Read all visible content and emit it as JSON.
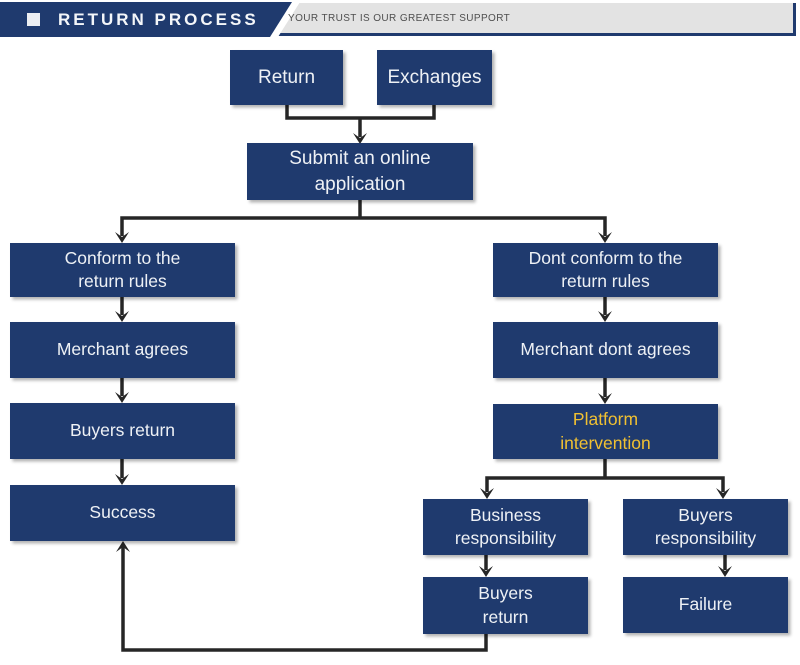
{
  "header": {
    "title": "RETURN PROCESS",
    "tagline": "YOUR TRUST IS OUR GREATEST SUPPORT",
    "bullet_icon": "square-bullet"
  },
  "colors": {
    "navy": "#1f3a6e",
    "accent_yellow": "#f0c032",
    "bar_gray": "#e3e3e3",
    "arrow_black": "#262626",
    "node_text": "#eef1f5",
    "tagline_gray": "#4f4f4f",
    "background": "#ffffff"
  },
  "flowchart": {
    "nodes": {
      "return": {
        "label": "Return"
      },
      "exchanges": {
        "label": "Exchanges"
      },
      "submit": {
        "label": "Submit an online\napplication"
      },
      "conform": {
        "label": "Conform to the\nreturn rules"
      },
      "merchant_agrees": {
        "label": "Merchant agrees"
      },
      "buyers_return_left": {
        "label": "Buyers return"
      },
      "success": {
        "label": "Success"
      },
      "dont_conform": {
        "label": "Dont conform to the\nreturn rules"
      },
      "merchant_dont_agrees": {
        "label": "Merchant dont agrees"
      },
      "platform_intervention": {
        "label": "Platform\nintervention",
        "text_color": "#f0c032"
      },
      "business_responsibility": {
        "label": "Business\nresponsibility"
      },
      "buyers_responsibility": {
        "label": "Buyers\nresponsibility"
      },
      "buyers_return_bottom": {
        "label": "Buyers\nreturn"
      },
      "failure": {
        "label": "Failure"
      }
    },
    "edges": [
      {
        "from": "Return",
        "to": "Submit an online application"
      },
      {
        "from": "Exchanges",
        "to": "Submit an online application"
      },
      {
        "from": "Submit an online application",
        "to": "Conform to the return rules"
      },
      {
        "from": "Submit an online application",
        "to": "Dont conform to the return rules"
      },
      {
        "from": "Conform to the return rules",
        "to": "Merchant agrees"
      },
      {
        "from": "Merchant agrees",
        "to": "Buyers return"
      },
      {
        "from": "Buyers return",
        "to": "Success"
      },
      {
        "from": "Dont conform to the return rules",
        "to": "Merchant dont agrees"
      },
      {
        "from": "Merchant dont agrees",
        "to": "Platform intervention"
      },
      {
        "from": "Platform intervention",
        "to": "Business responsibility"
      },
      {
        "from": "Platform intervention",
        "to": "Buyers responsibility"
      },
      {
        "from": "Business responsibility",
        "to": "Buyers return (bottom)"
      },
      {
        "from": "Buyers responsibility",
        "to": "Failure"
      },
      {
        "from": "Buyers return (bottom)",
        "to": "Success"
      }
    ]
  }
}
